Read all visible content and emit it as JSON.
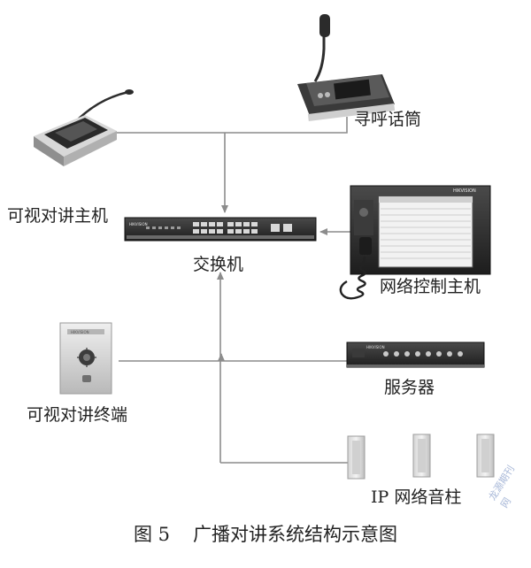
{
  "labels": {
    "paging_mic": "寻呼话筒",
    "video_intercom_host": "可视对讲主机",
    "switch": "交换机",
    "network_control_host": "网络控制主机",
    "video_intercom_terminal": "可视对讲终端",
    "server": "服务器",
    "ip_column_speaker": "IP 网络音柱"
  },
  "caption": {
    "figure_number": "图 5",
    "title": "广播对讲系统结构示意图"
  },
  "device_text": {
    "switch_brand": "HIKVISION",
    "terminal_brand": "HIKVISION",
    "server_brand": "HIKVISION",
    "control_host_brand": "HIKVISION"
  },
  "watermark": "龙源期刊网",
  "colors": {
    "connector": "#8c8c8c",
    "device_dark": "#2a2a2a",
    "text": "#222222"
  }
}
